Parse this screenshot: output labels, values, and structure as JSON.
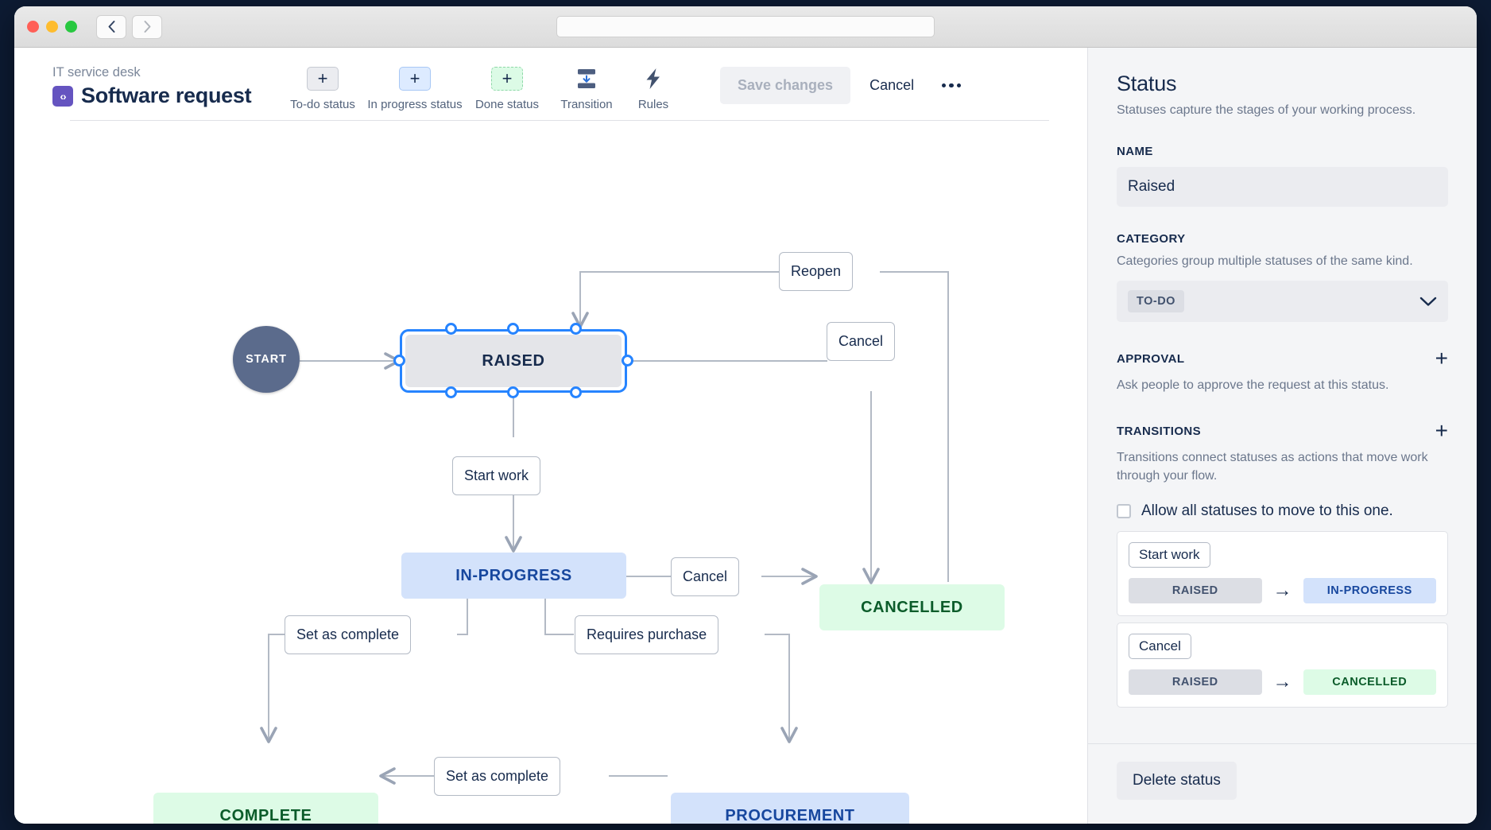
{
  "window": {
    "traffic_lights": [
      "close",
      "minimize",
      "maximize"
    ],
    "back_label": "‹",
    "forward_label": "›",
    "address_value": ""
  },
  "header": {
    "breadcrumb": "IT service desk",
    "app_icon_glyph": "‹›",
    "title": "Software request"
  },
  "toolbar": {
    "items": [
      {
        "icon": "plus-icon",
        "label": "To-do status",
        "plus": "+"
      },
      {
        "icon": "plus-icon",
        "label": "In progress status",
        "plus": "+"
      },
      {
        "icon": "plus-icon",
        "label": "Done status",
        "plus": "+"
      },
      {
        "icon": "transition-icon",
        "label": "Transition"
      },
      {
        "icon": "rules-lightning-icon",
        "label": "Rules"
      }
    ],
    "save_label": "Save changes",
    "cancel_label": "Cancel",
    "more_label": "•••"
  },
  "canvas": {
    "nodes": [
      {
        "id": "start",
        "label": "START",
        "kind": "start"
      },
      {
        "id": "raised",
        "label": "RAISED",
        "kind": "todo",
        "selected": true
      },
      {
        "id": "inprogress",
        "label": "IN-PROGRESS",
        "kind": "inprogress"
      },
      {
        "id": "cancelled",
        "label": "CANCELLED",
        "kind": "done"
      },
      {
        "id": "complete",
        "label": "COMPLETE",
        "kind": "done"
      },
      {
        "id": "procurement",
        "label": "PROCUREMENT",
        "kind": "inprogress"
      }
    ],
    "transitions": [
      {
        "id": "reopen",
        "label": "Reopen"
      },
      {
        "id": "cancel-raised",
        "label": "Cancel"
      },
      {
        "id": "start-work",
        "label": "Start work"
      },
      {
        "id": "cancel-inprogress",
        "label": "Cancel"
      },
      {
        "id": "set-complete-left",
        "label": "Set as complete"
      },
      {
        "id": "requires-purchase",
        "label": "Requires purchase"
      },
      {
        "id": "set-complete-bottom",
        "label": "Set as complete"
      }
    ]
  },
  "panel": {
    "title": "Status",
    "subtitle": "Statuses capture the stages of your working process.",
    "name_label": "NAME",
    "name_value": "Raised",
    "category_label": "CATEGORY",
    "category_hint": "Categories group multiple statuses of the same kind.",
    "category_value": "TO-DO",
    "chevron": "chevron-down-icon",
    "approval_label": "APPROVAL",
    "approval_hint": "Ask people to approve the request at this status.",
    "approval_add": "+",
    "transitions_label": "TRANSITIONS",
    "transitions_hint": "Transitions connect statuses as actions that move work through your flow.",
    "transitions_add": "+",
    "allow_all_label": "Allow all statuses to move to this one.",
    "allow_all_checked": false,
    "transition_cards": [
      {
        "name": "Start work",
        "from": "RAISED",
        "to": "IN-PROGRESS",
        "to_kind": "blue",
        "arrow": "→"
      },
      {
        "name": "Cancel",
        "from": "RAISED",
        "to": "CANCELLED",
        "to_kind": "green",
        "arrow": "→"
      }
    ],
    "delete_label": "Delete status"
  },
  "colors": {
    "accent": "#2684ff",
    "todo_bg": "#e4e5e9",
    "inprogress_bg": "#d3e2fb",
    "inprogress_fg": "#17479e",
    "done_bg": "#ddfbe6",
    "done_fg": "#0b5c2a",
    "start_bg": "#5b6b8c",
    "panel_bg": "#f4f5f7",
    "brand_purple": "#6554c0"
  }
}
